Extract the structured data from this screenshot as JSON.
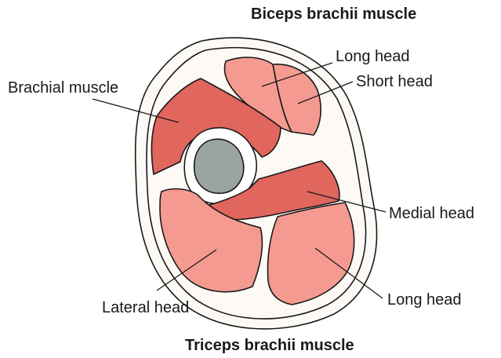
{
  "titles": {
    "top": "Biceps brachii muscle",
    "bottom": "Triceps brachii muscle"
  },
  "labels": {
    "biceps_long_head": "Long head",
    "biceps_short_head": "Short head",
    "brachial_muscle": "Brachial muscle",
    "triceps_medial_head": "Medial head",
    "triceps_lateral_head": "Lateral head",
    "triceps_long_head": "Long head"
  },
  "colors": {
    "muscle_dark": "#e0665e",
    "muscle_light": "#f59a91",
    "bone_marrow": "#9aa59f",
    "skin": "#fdfaf6",
    "outline": "#1a1a1a"
  }
}
